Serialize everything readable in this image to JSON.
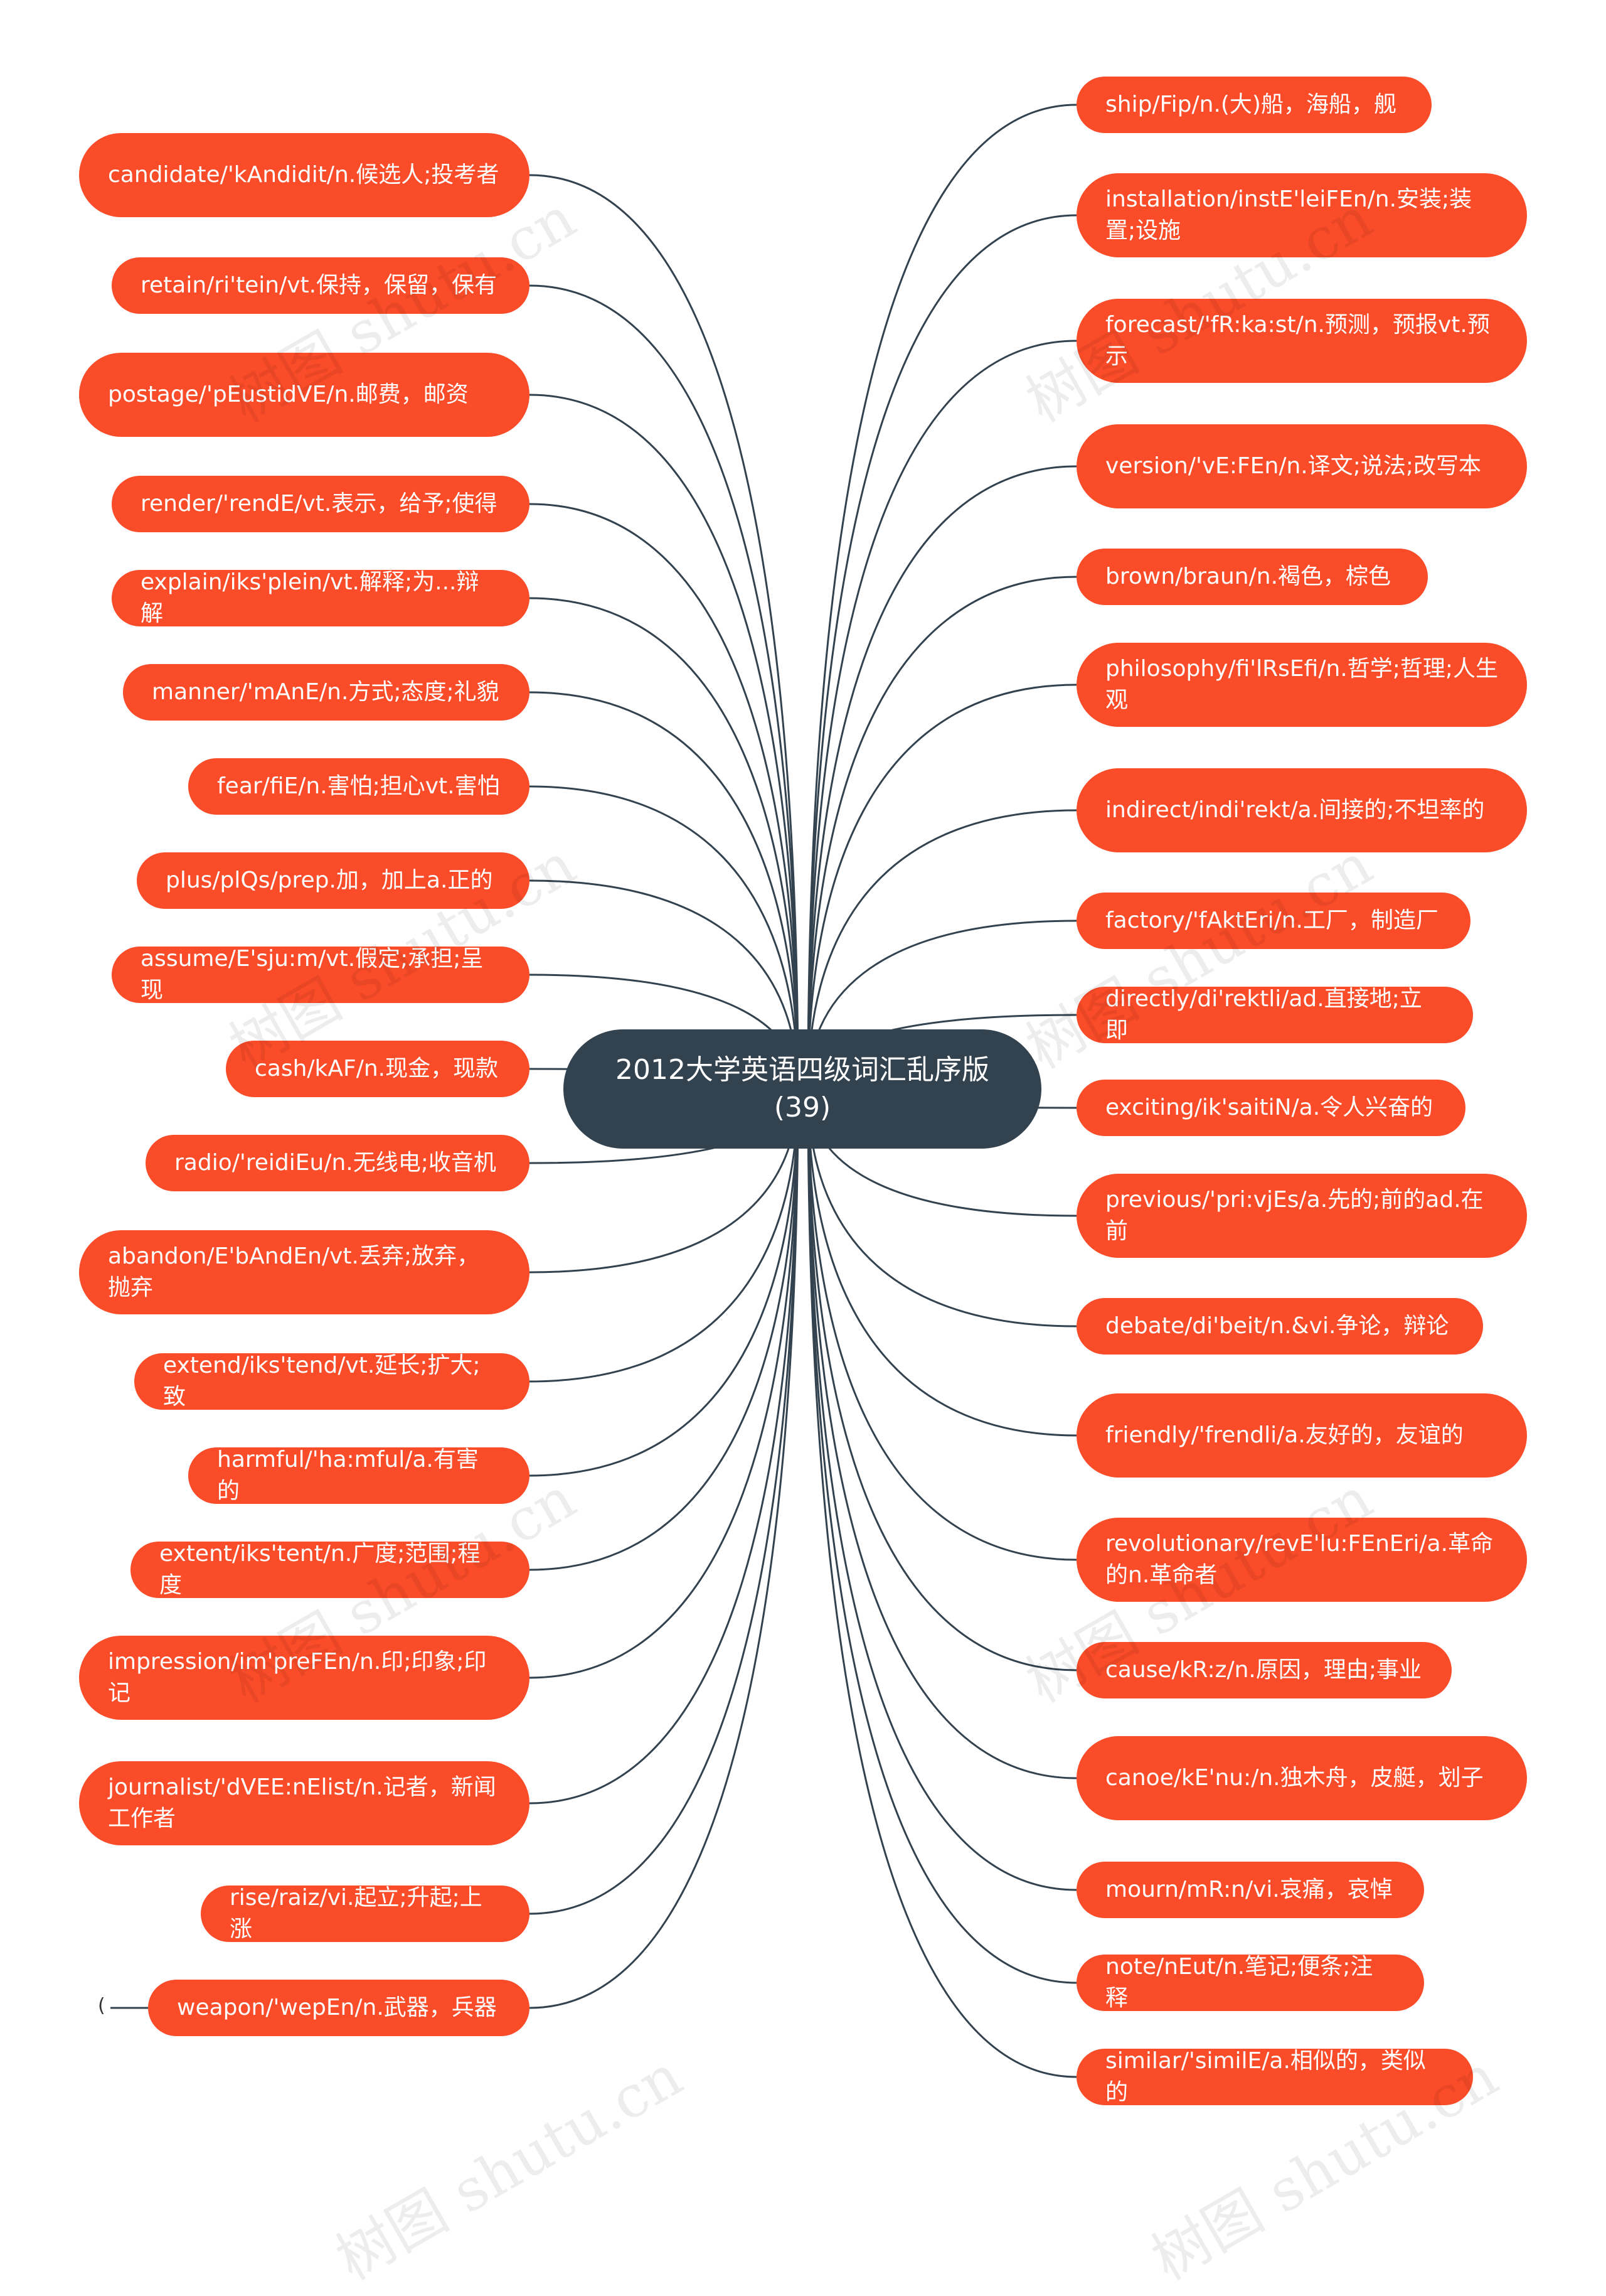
{
  "root": {
    "title": "2012大学英语四级词汇乱序版(39)"
  },
  "watermark": "树图 shutu.cn",
  "colors": {
    "node_fill": "#fa4c28",
    "root_fill": "#33424f",
    "link_stroke": "#33424f"
  },
  "left_nodes": [
    "candidate/'kAndidit/n.候选人;投考者",
    "retain/ri'tein/vt.保持，保留，保有",
    "postage/'pEustidVE/n.邮费，邮资",
    "render/'rendE/vt.表示，给予;使得",
    "explain/iks'plein/vt.解释;为...辩解",
    "manner/'mAnE/n.方式;态度;礼貌",
    "fear/fiE/n.害怕;担心vt.害怕",
    "plus/plQs/prep.加，加上a.正的",
    "assume/E'sju:m/vt.假定;承担;呈现",
    "cash/kAF/n.现金，现款",
    "radio/'reidiEu/n.无线电;收音机",
    "abandon/E'bAndEn/vt.丢弃;放弃，抛弃",
    "extend/iks'tend/vt.延长;扩大;致",
    "harmful/'ha:mful/a.有害的",
    "extent/iks'tent/n.广度;范围;程度",
    "impression/im'preFEn/n.印;印象;印记",
    "journalist/'dVEE:nElist/n.记者，新闻工作者",
    "rise/raiz/vi.起立;升起;上涨",
    "weapon/'wepEn/n.武器，兵器"
  ],
  "right_nodes": [
    "ship/Fip/n.(大)船，海船，舰",
    "installation/instE'leiFEn/n.安装;装置;设施",
    "forecast/'fR:ka:st/n.预测，预报vt.预示",
    "version/'vE:FEn/n.译文;说法;改写本",
    "brown/braun/n.褐色，棕色",
    "philosophy/fi'lRsEfi/n.哲学;哲理;人生观",
    "indirect/indi'rekt/a.间接的;不坦率的",
    "factory/'fAktEri/n.工厂，制造厂",
    "directly/di'rektli/ad.直接地;立即",
    "exciting/ik'saitiN/a.令人兴奋的",
    "previous/'pri:vjEs/a.先的;前的ad.在前",
    "debate/di'beit/n.&vi.争论，辩论",
    "friendly/'frendli/a.友好的，友谊的",
    "revolutionary/revE'lu:FEnEri/a.革命的n.革命者",
    "cause/kR:z/n.原因，理由;事业",
    "canoe/kE'nu:/n.独木舟，皮艇，划子",
    "mourn/mR:n/vi.哀痛，哀悼",
    "note/nEut/n.笔记;便条;注释",
    "similar/'similE/a.相似的，类似的"
  ],
  "collapse_marker": "("
}
